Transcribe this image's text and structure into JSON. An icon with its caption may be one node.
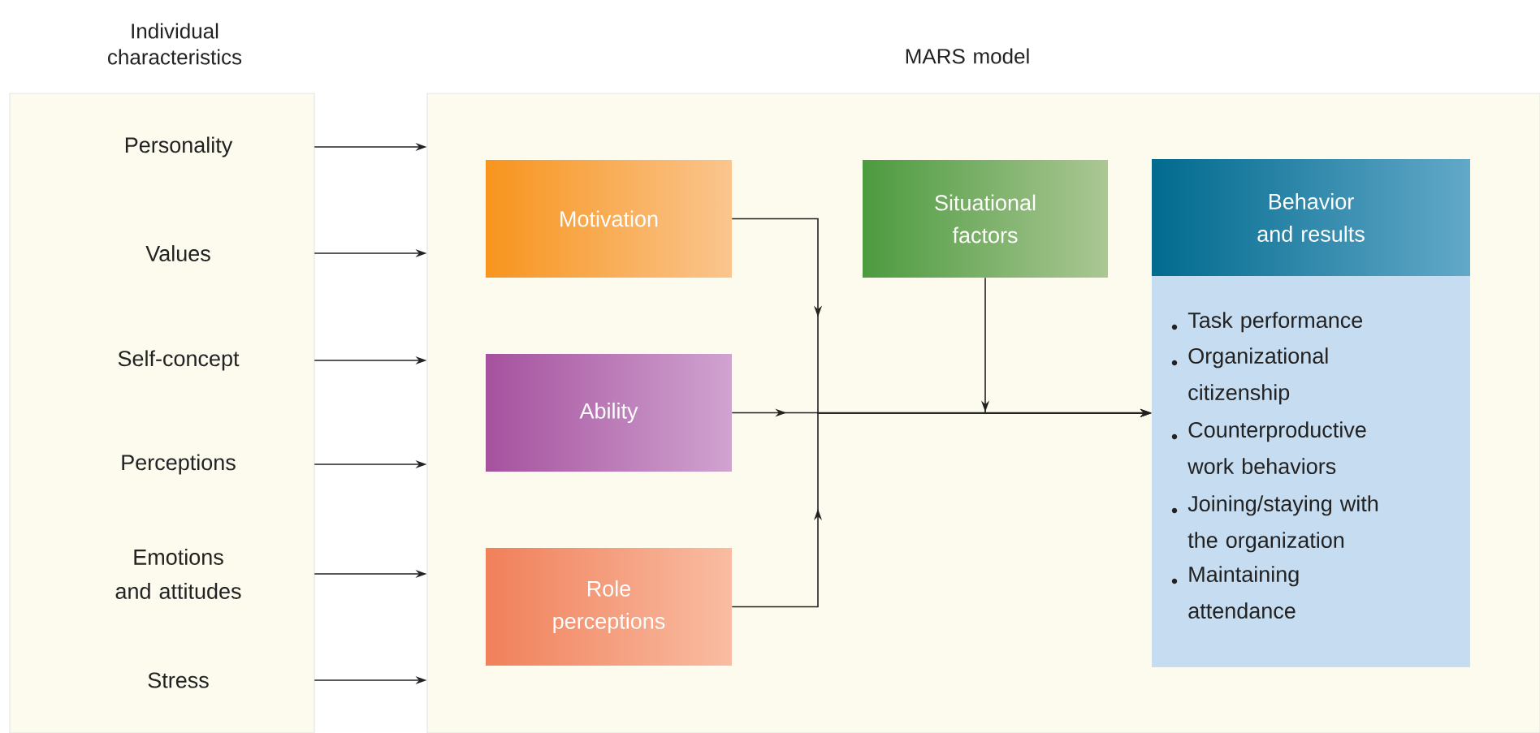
{
  "diagram": {
    "nodes": [
      {
        "text": [
          "Individual characteristics"
        ]
      },
      {
        "text": [
          "Personality"
        ],
        "in": 0
      },
      {
        "text": [
          "Values"
        ],
        "in": 0
      },
      {
        "text": [
          "Self-concept"
        ],
        "in": 0
      },
      {
        "text": [
          "Perceptions"
        ],
        "in": 0
      },
      {
        "text": [
          "Emotions and attitudes"
        ],
        "in": 0
      },
      {
        "text": [
          "Stress"
        ],
        "in": 0
      },
      {
        "text": [
          "MARS model"
        ]
      },
      {
        "text": [
          "Motivation"
        ],
        "in": 7
      },
      {
        "text": [
          "Ability"
        ],
        "in": 7
      },
      {
        "text": [
          "Role perceptions"
        ],
        "in": 7
      },
      {
        "text": [
          "Situational factors"
        ],
        "in": 7
      },
      {
        "text": [
          "Behavior and results",
          "Task performance",
          "Organizational citizenship",
          "Counterproductive work behaviors",
          "Joining/staying with the organization",
          "Maintaining attendance"
        ],
        "in": 7
      }
    ],
    "edges": [
      {
        "from": 1,
        "to": 7,
        "arrow": "to"
      },
      {
        "from": 2,
        "to": 7,
        "arrow": "to"
      },
      {
        "from": 3,
        "to": 7,
        "arrow": "to"
      },
      {
        "from": 4,
        "to": 7,
        "arrow": "to"
      },
      {
        "from": 5,
        "to": 7,
        "arrow": "to"
      },
      {
        "from": 6,
        "to": 7,
        "arrow": "to"
      },
      {
        "from": 8,
        "to": 12,
        "arrow": "to"
      },
      {
        "from": 9,
        "to": 12,
        "arrow": "to"
      },
      {
        "from": 10,
        "to": 12,
        "arrow": "to"
      },
      {
        "from": 11,
        "to": 12,
        "arrow": "to"
      }
    ]
  }
}
